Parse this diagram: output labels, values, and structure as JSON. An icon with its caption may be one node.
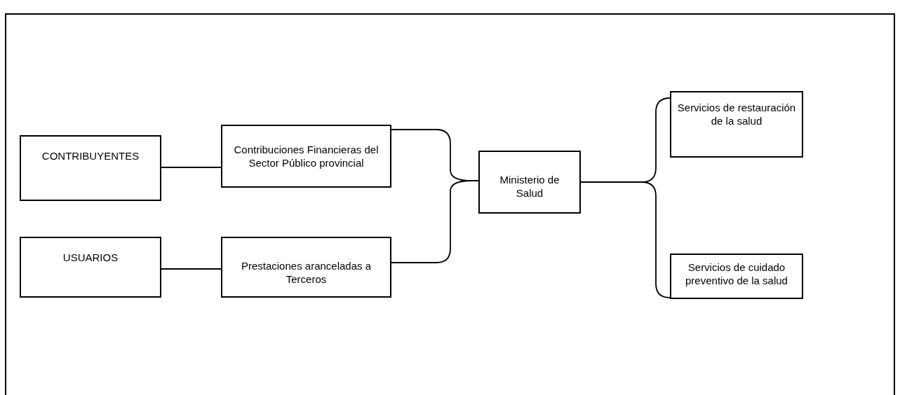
{
  "diagram": {
    "nodes": [
      {
        "text": [
          "CONTRIBUYENTES"
        ]
      },
      {
        "text": [
          "Contribuciones Financieras del Sector Público provincial"
        ]
      },
      {
        "text": [
          "USUARIOS"
        ]
      },
      {
        "text": [
          "Prestaciones aranceladas a Terceros"
        ]
      },
      {
        "text": [
          "Ministerio de Salud"
        ]
      },
      {
        "text": [
          "Servicios de restauración de la salud"
        ]
      },
      {
        "text": [
          "Servicios de cuidado preventivo de la salud"
        ]
      }
    ],
    "edges": [
      {
        "from": 0,
        "to": 1,
        "arrow": "none"
      },
      {
        "from": 2,
        "to": 3,
        "arrow": "none"
      },
      {
        "from": 1,
        "to": 4,
        "arrow": "none"
      },
      {
        "from": 3,
        "to": 4,
        "arrow": "none"
      },
      {
        "from": 4,
        "to": 5,
        "arrow": "none"
      },
      {
        "from": 4,
        "to": 6,
        "arrow": "none"
      }
    ]
  }
}
